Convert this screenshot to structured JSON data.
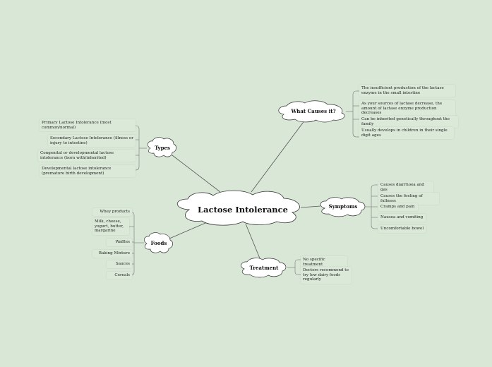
{
  "central": {
    "label": "Lactose Intolerance"
  },
  "branches": {
    "causes": {
      "label": "What Causes it?",
      "items": [
        "The insufficient production of the lactase enzyme in the small intestine",
        "As your sources of lactase decrease, the amount of lactase enzyme production decreases",
        "Can be inherited genetically throughout the family",
        "Usually develops in children in their single digit ages"
      ]
    },
    "types": {
      "label": "Types",
      "items": [
        "Primary Lactose Intolerance (most common/normal)",
        "Secondary Lactose Intolerance (illness or injury to intestine)",
        "Congenital or developmental lactose intolerance (born with/inherited)",
        "Developmental lactose intolerance (premature birth development)"
      ]
    },
    "symptoms": {
      "label": "Symptoms",
      "items": [
        "Causes diarrhoea and gas",
        "Causes the feeling of fullness",
        "Cramps and pain",
        "Nausea and vomiting",
        "Uncomfortable bowel"
      ]
    },
    "foods": {
      "label": "Foods",
      "items": [
        "Whey products",
        "Milk, cheese, yogurt, butter, margarine",
        "Waffles",
        "Baking Mixture",
        "Sauces",
        "Cereals"
      ]
    },
    "treatment": {
      "label": "Treatment",
      "items": [
        "No specific treatment",
        "Doctors recommend to try low dairy foods regularly"
      ]
    }
  },
  "colors": {
    "background": "#d8e7d6",
    "line": "#4a4a4a",
    "cloud_fill": "#ffffff",
    "cloud_stroke": "#333333"
  }
}
